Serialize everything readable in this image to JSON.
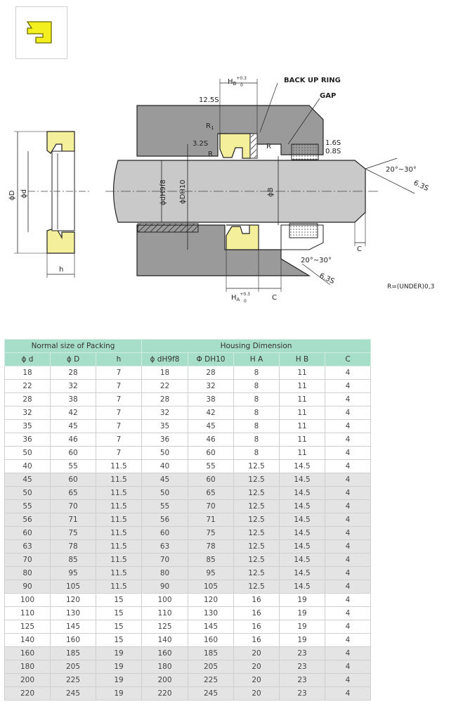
{
  "drawing": {
    "labels": {
      "hb": "H",
      "hb_sub": "B",
      "hb_tol": "+0.3",
      "hb_tol2": "0",
      "back_up_ring": "BACK UP RING",
      "gap": "GAP",
      "s125": "12.5S",
      "r1": "R",
      "r1_sub": "1",
      "s32": "3.2S",
      "r_small": "R",
      "r_lip": "R",
      "s16": "1.6S",
      "s08": "0.8S",
      "angle_top": "20°~30°",
      "s63_top": "6.3S",
      "phi_b": "ϕB",
      "phi_dh9": "ϕdH9f8",
      "phi_dh10": "ϕDH10",
      "phi_D": "ϕD",
      "phi_d": "ϕd",
      "h": "h",
      "c_right": "C",
      "angle_bottom": "20°~30°",
      "s63_bottom": "6.3S",
      "ha": "H",
      "ha_sub": "A",
      "ha_tol": "+0.3",
      "ha_tol2": "0",
      "c_bottom": "C",
      "r_under": "R=(UNDER)0,3"
    }
  },
  "table": {
    "group_headers": [
      "Normal size of Packing",
      "Housing Dimension"
    ],
    "columns": [
      "ϕ d",
      "ϕ D",
      "h",
      "ϕ dH9f8",
      "Φ DH10",
      "H A",
      "H B",
      "C"
    ],
    "rows": [
      [
        "18",
        "28",
        "7",
        "18",
        "28",
        "8",
        "11",
        "4"
      ],
      [
        "22",
        "32",
        "7",
        "22",
        "32",
        "8",
        "11",
        "4"
      ],
      [
        "28",
        "38",
        "7",
        "28",
        "38",
        "8",
        "11",
        "4"
      ],
      [
        "32",
        "42",
        "7",
        "32",
        "42",
        "8",
        "11",
        "4"
      ],
      [
        "35",
        "45",
        "7",
        "35",
        "45",
        "8",
        "11",
        "4"
      ],
      [
        "36",
        "46",
        "7",
        "36",
        "46",
        "8",
        "11",
        "4"
      ],
      [
        "50",
        "60",
        "7",
        "50",
        "60",
        "8",
        "11",
        "4"
      ],
      [
        "40",
        "55",
        "11.5",
        "40",
        "55",
        "12.5",
        "14.5",
        "4"
      ],
      [
        "45",
        "60",
        "11.5",
        "45",
        "60",
        "12.5",
        "14.5",
        "4"
      ],
      [
        "50",
        "65",
        "11.5",
        "50",
        "65",
        "12.5",
        "14.5",
        "4"
      ],
      [
        "55",
        "70",
        "11.5",
        "55",
        "70",
        "12.5",
        "14.5",
        "4"
      ],
      [
        "56",
        "71",
        "11.5",
        "56",
        "71",
        "12.5",
        "14.5",
        "4"
      ],
      [
        "60",
        "75",
        "11.5",
        "60",
        "75",
        "12.5",
        "14.5",
        "4"
      ],
      [
        "63",
        "78",
        "11.5",
        "63",
        "78",
        "12.5",
        "14.5",
        "4"
      ],
      [
        "70",
        "85",
        "11.5",
        "70",
        "85",
        "12.5",
        "14.5",
        "4"
      ],
      [
        "80",
        "95",
        "11.5",
        "80",
        "95",
        "12.5",
        "14.5",
        "4"
      ],
      [
        "90",
        "105",
        "11.5",
        "90",
        "105",
        "12.5",
        "14.5",
        "4"
      ],
      [
        "100",
        "120",
        "15",
        "100",
        "120",
        "16",
        "19",
        "4"
      ],
      [
        "110",
        "130",
        "15",
        "110",
        "130",
        "16",
        "19",
        "4"
      ],
      [
        "125",
        "145",
        "15",
        "125",
        "145",
        "16",
        "19",
        "4"
      ],
      [
        "140",
        "160",
        "15",
        "140",
        "160",
        "16",
        "19",
        "4"
      ],
      [
        "160",
        "185",
        "19",
        "160",
        "185",
        "20",
        "23",
        "4"
      ],
      [
        "180",
        "205",
        "19",
        "180",
        "205",
        "20",
        "23",
        "4"
      ],
      [
        "200",
        "225",
        "19",
        "200",
        "225",
        "20",
        "23",
        "4"
      ],
      [
        "220",
        "245",
        "19",
        "220",
        "245",
        "20",
        "23",
        "4"
      ]
    ],
    "shaded_rows": [
      8,
      9,
      10,
      11,
      12,
      13,
      14,
      15,
      16,
      21,
      22,
      23,
      24
    ]
  },
  "colors": {
    "seal": "#f3ef9a",
    "housing": "#9a9a9a",
    "rod": "#c9c9c9",
    "header": "#a7dec9",
    "row_shade": "#e4e4e4"
  }
}
